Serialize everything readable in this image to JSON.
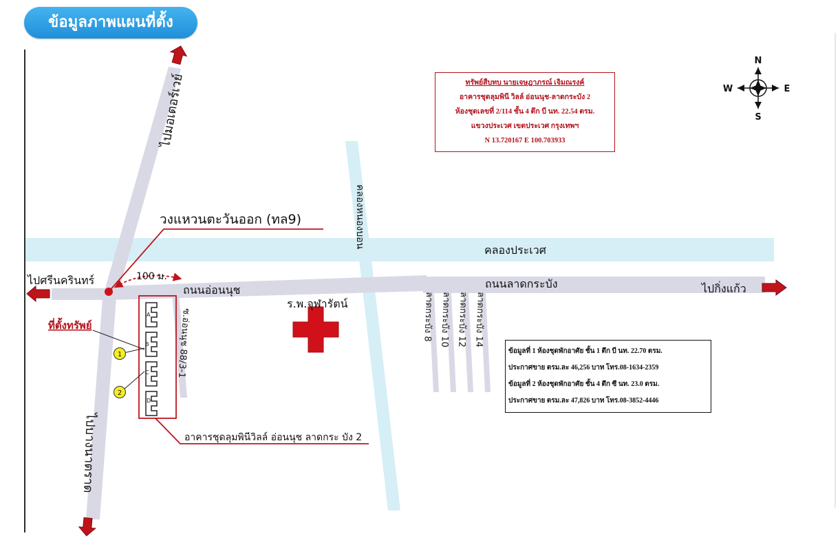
{
  "header": {
    "title": "ข้อมูลภาพแผนที่ตั้ง"
  },
  "compass": {
    "north": "N",
    "south": "S",
    "east": "E",
    "west": "W"
  },
  "property_box": {
    "line1": "ทรัพย์สืบทบ นายเจษฎาภรณ์ เจิมณรงค์",
    "line2": "อาคารชุดลุมพินี วิลล์ อ่อนนุช-ลาดกระบัง 2",
    "line3": "ห้องชุดเลขที่ 2/114 ชั้น 4 ตึก บี นท. 22.54 ตรม.",
    "line4": "แขวงประเวศ เขตประเวศ กรุงเทพฯ",
    "line5": "N 13.720167 E 100.703933"
  },
  "roads": {
    "to_motorway": "ไปมอเตอร์เวย์",
    "to_bang_na": "ไปบางนาตราด",
    "to_srinakarin": "ไปศรีนครินทร์",
    "to_king_kaew": "ไปกิ่งแก้ว",
    "on_nut": "ถนนอ่อนนุช",
    "lat_krabang": "ถนนลาดกระบัง",
    "ring_road": "วงแหวนตะวันออก (ทล9)",
    "distance": "100 ม.",
    "soi": "ซ.อ่อนนุช 88/3-1",
    "lat_krabang_8": "ลาดกระบัง 8",
    "lat_krabang_10": "ลาดกระบัง 10",
    "lat_krabang_12": "ลาดกระบัง 12",
    "lat_krabang_14": "ลาดกระบัง 14"
  },
  "canals": {
    "prawet": "คลองประเวศ",
    "nong_bon": "คลองหนองบอน"
  },
  "landmarks": {
    "hospital": "ร.พ.จุฬารัตน์",
    "property_location": "ที่ตั้งทรัพย์",
    "condo_name": "อาคารชุดลุมพินีวิลล์ อ่อนนุช ลาดกระ บัง 2"
  },
  "buildings": [
    "A",
    "B",
    "C",
    "D"
  ],
  "markers": [
    "1",
    "2"
  ],
  "info_box": {
    "line1": "ข้อมูลที่ 1 ห้องชุดพักอาศัย ชั้น 1 ตึก บี นท. 22.70 ตรม.",
    "line2": "ประกาศขาย ตรม.ละ 46,256 บาท โทร.08-1634-2359",
    "line3": "ข้อมูลที่ 2 ห้องชุดพักอาศัย ชั้น 4 ตึก ซี นท. 23.0 ตรม.",
    "line4": "ประกาศขาย ตรม.ละ 47,826 บาท โทร.08-3852-4446"
  },
  "colors": {
    "road": "#d9d9e6",
    "canal": "#d6eef6",
    "arrow_red": "#c0141b",
    "marker_yellow": "#f4ee22",
    "header_blue": "#2a9be2",
    "cross_red": "#d0111a"
  }
}
